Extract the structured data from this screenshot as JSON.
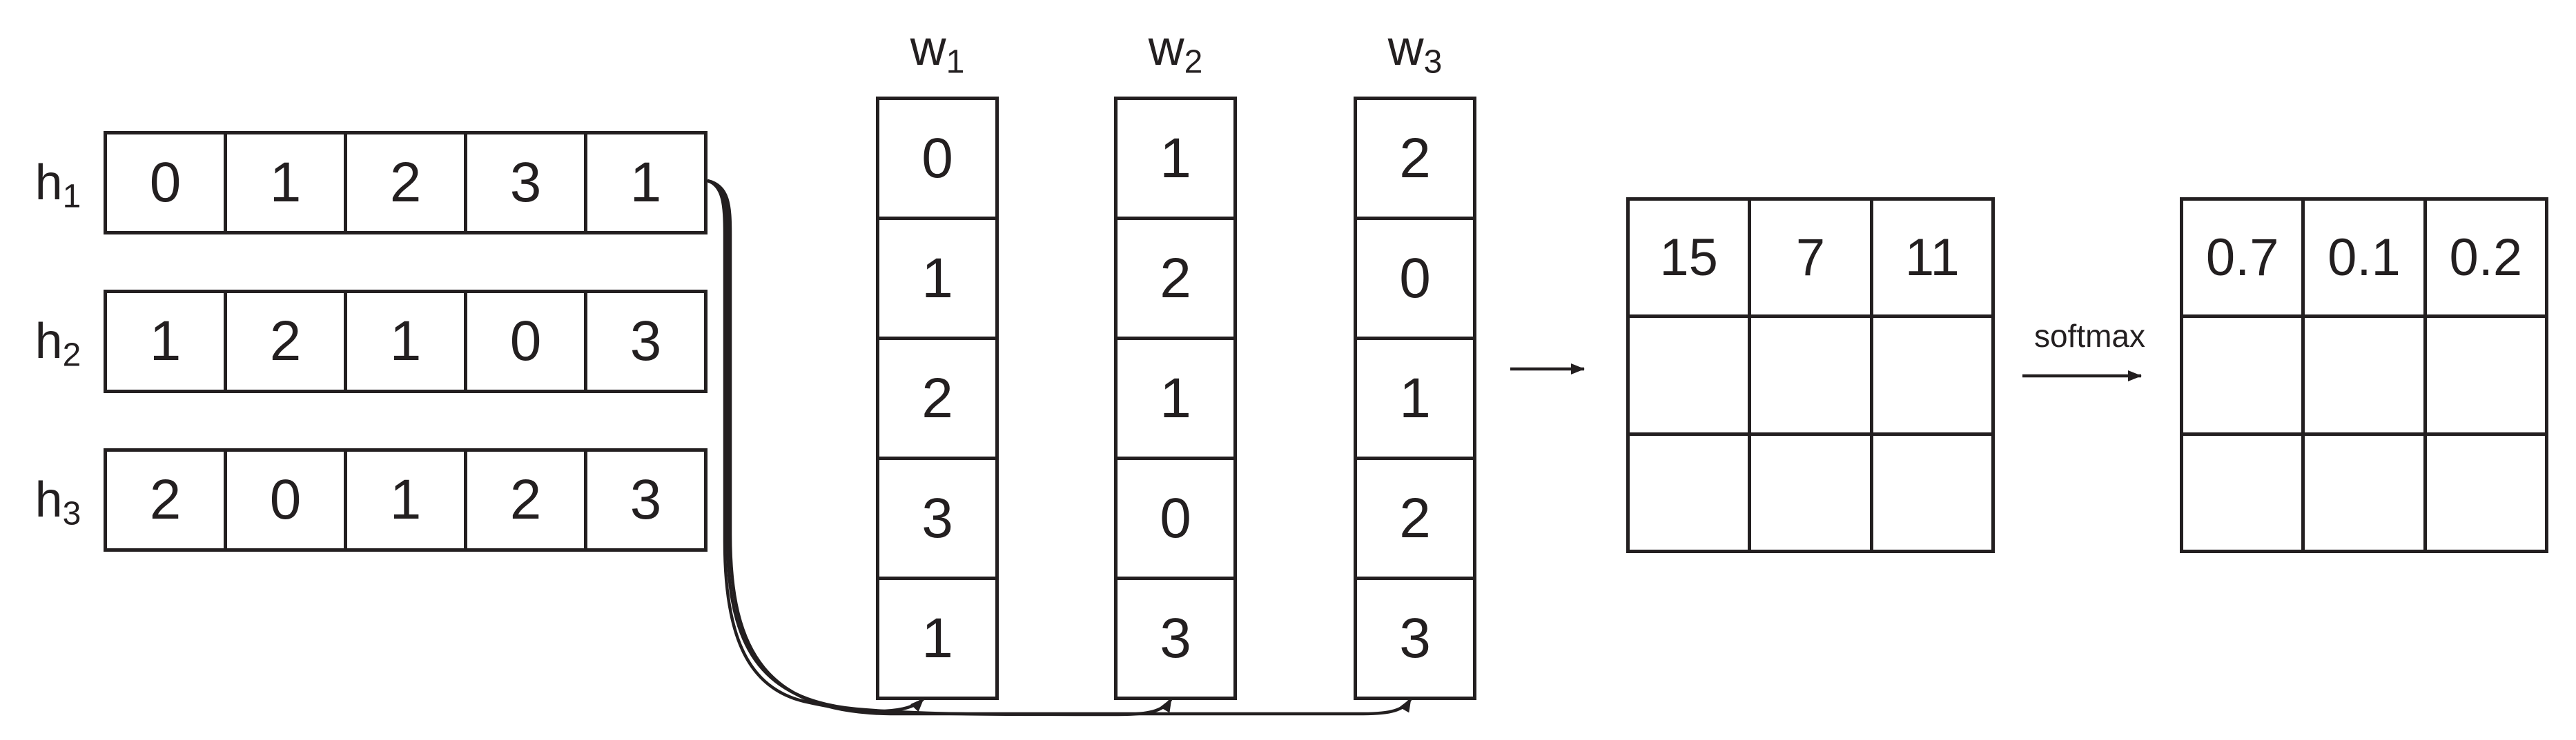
{
  "colors": {
    "ink": "#231f20",
    "background": "#ffffff"
  },
  "h_vectors": [
    {
      "label_base": "h",
      "label_sub": "1",
      "values": [
        "0",
        "1",
        "2",
        "3",
        "1"
      ]
    },
    {
      "label_base": "h",
      "label_sub": "2",
      "values": [
        "1",
        "2",
        "1",
        "0",
        "3"
      ]
    },
    {
      "label_base": "h",
      "label_sub": "3",
      "values": [
        "2",
        "0",
        "1",
        "2",
        "3"
      ]
    }
  ],
  "w_vectors": [
    {
      "label_base": "w",
      "label_sub": "1",
      "values": [
        "0",
        "1",
        "2",
        "3",
        "1"
      ]
    },
    {
      "label_base": "w",
      "label_sub": "2",
      "values": [
        "1",
        "2",
        "1",
        "0",
        "3"
      ]
    },
    {
      "label_base": "w",
      "label_sub": "3",
      "values": [
        "2",
        "0",
        "1",
        "2",
        "3"
      ]
    }
  ],
  "score_matrix": {
    "rows": [
      [
        "15",
        "7",
        "11"
      ],
      [
        "",
        "",
        ""
      ],
      [
        "",
        "",
        ""
      ]
    ]
  },
  "softmax": {
    "label": "softmax"
  },
  "attention_matrix": {
    "rows": [
      [
        "0.7",
        "0.1",
        "0.2"
      ],
      [
        "",
        "",
        ""
      ],
      [
        "",
        "",
        ""
      ]
    ]
  }
}
